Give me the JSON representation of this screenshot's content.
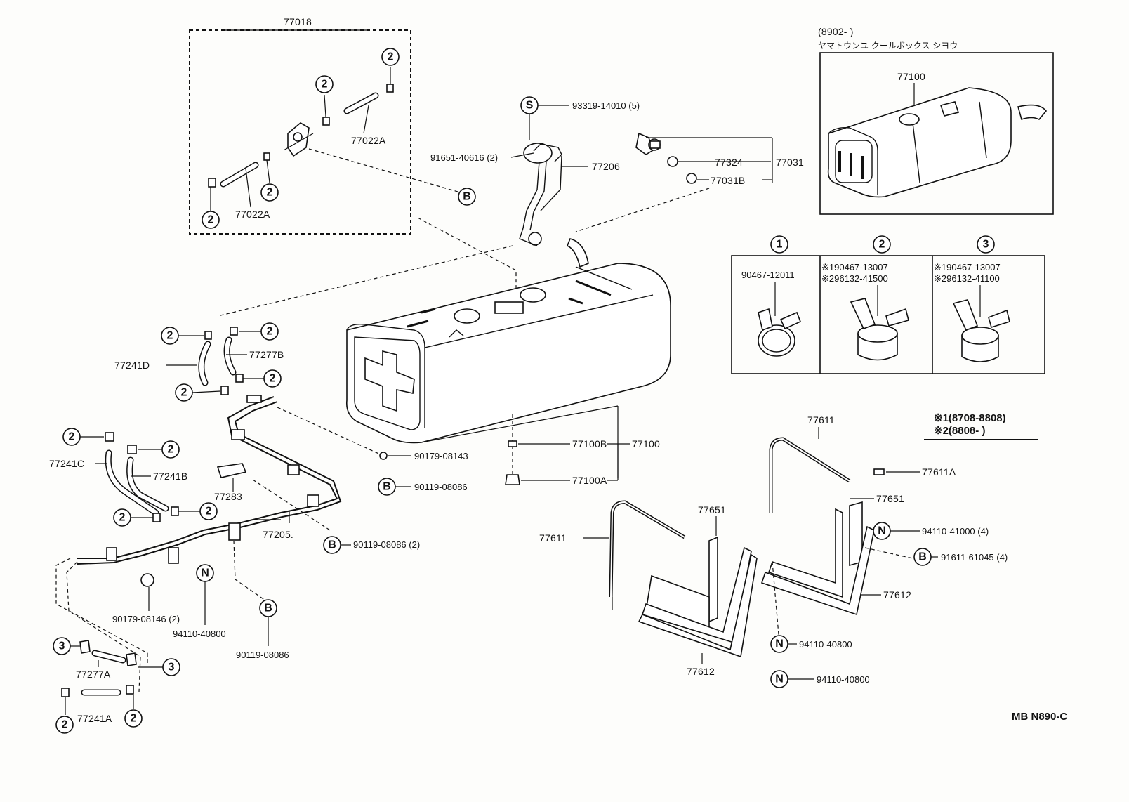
{
  "diagram": {
    "title_tag": "MB N890-C",
    "variant_note": {
      "line1": "(8902-        )",
      "line2": "ヤマトウンユ クールボックス シヨウ"
    },
    "clamp_table": {
      "headers": [
        "1",
        "2",
        "3"
      ],
      "col1": [
        "90467-12011"
      ],
      "col2": [
        "※190467-13007",
        "※296132-41500"
      ],
      "col3": [
        "※190467-13007",
        "※296132-41100"
      ]
    },
    "footnote": {
      "line1": "※1(8708-8808)",
      "line2": "※2(8808-        )"
    },
    "callout_symbols": {
      "s": "S",
      "b": "B",
      "n": "N",
      "c1": "1",
      "c2": "2",
      "c3": "3"
    },
    "labels": {
      "p77018": "77018",
      "p77022A_top": "77022A",
      "p77022A_bot": "77022A",
      "p93319": "93319-14010 (5)",
      "p91651": "91651-40616 (2)",
      "p77206": "77206",
      "p77324": "77324",
      "p77031": "77031",
      "p77031B": "77031B",
      "p77100_alt": "77100",
      "p77241D": "77241D",
      "p77277B": "77277B",
      "p77241C": "77241C",
      "p77241B": "77241B",
      "p77283": "77283",
      "p77205": "77205.",
      "p90179_08143": "90179-08143",
      "p90119_08086_a": "90119-08086",
      "p77100B": "77100B",
      "p77100": "77100",
      "p77100A": "77100A",
      "p90119_08086_2": "90119-08086 (2)",
      "p90179_08146": "90179-08146 (2)",
      "p94110_40800_a": "94110-40800",
      "p90119_08086_b": "90119-08086",
      "p77277A": "77277A",
      "p77241A": "77241A",
      "p77611_a": "77611",
      "p77611_b": "77611",
      "p77611A": "77611A",
      "p77651_a": "77651",
      "p77651_b": "77651",
      "p94110_41000": "94110-41000 (4)",
      "p91611": "91611-61045 (4)",
      "p77612_a": "77612",
      "p77612_b": "77612",
      "p94110_40800_b": "94110-40800",
      "p94110_40800_c": "94110-40800"
    }
  }
}
